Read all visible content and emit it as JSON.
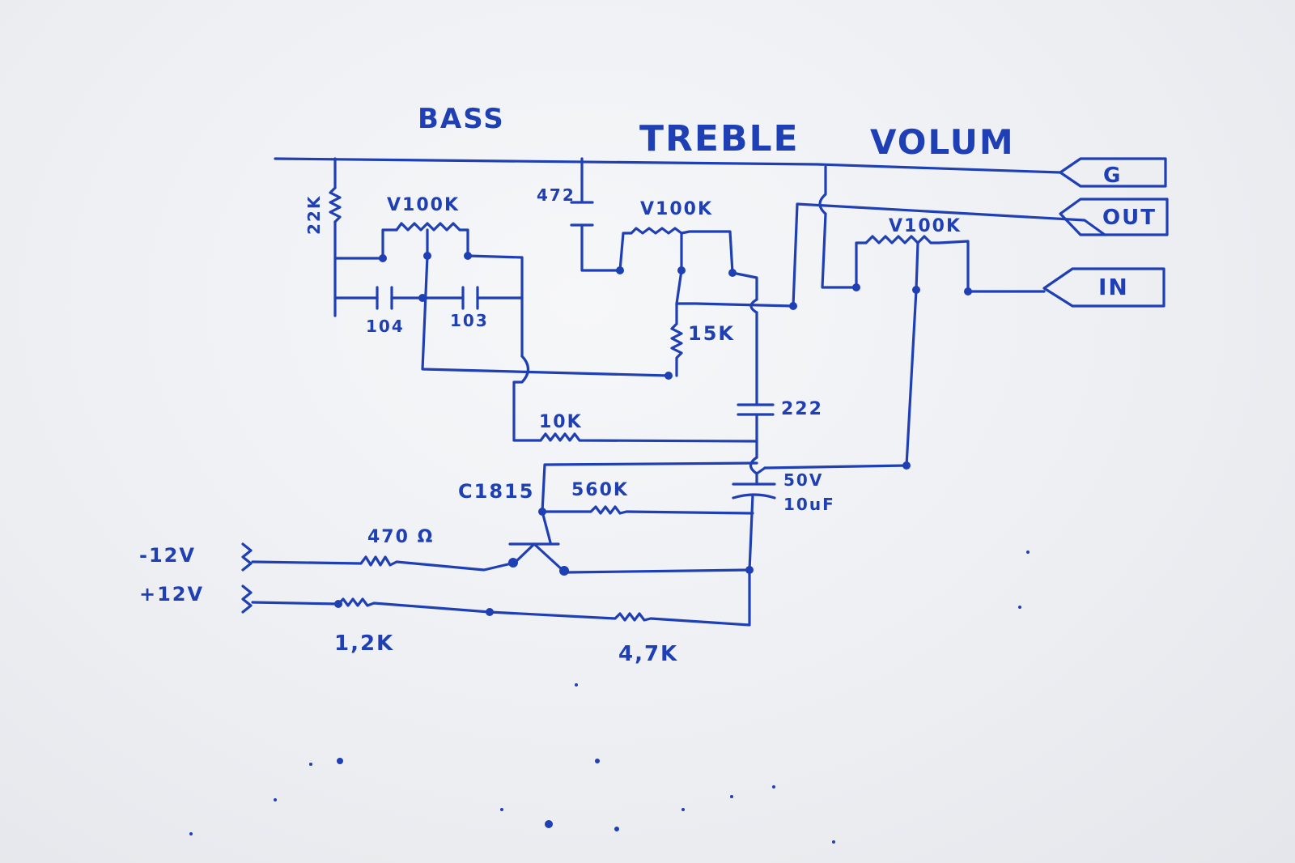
{
  "headings": {
    "bass": "BASS",
    "treble": "TREBLE",
    "volum": "VOLUM"
  },
  "terminals": {
    "ground": "G",
    "out": "OUT",
    "in": "IN"
  },
  "components": {
    "r_22k": "22K",
    "pot_bass": "V100K",
    "cap_104": "104",
    "cap_103": "103",
    "cap_472": "472",
    "pot_treble": "V100K",
    "pot_volume": "V100K",
    "r_15k": "15K",
    "cap_222": "222",
    "r_10k": "10K",
    "transistor": "C1815",
    "r_560k": "560K",
    "cap_electrolytic_voltage": "50V",
    "cap_electrolytic_value": "10uF",
    "r_470": "470 Ω",
    "r_1_2k": "1,2K",
    "r_4_7k": "4,7K"
  },
  "supply": {
    "negative": "-12V",
    "positive": "+12V"
  },
  "ink_color": "#1f3fb5"
}
